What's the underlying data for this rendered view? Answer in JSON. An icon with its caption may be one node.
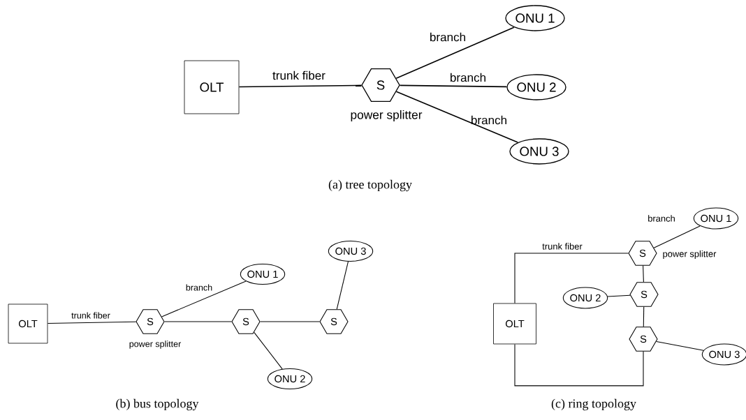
{
  "diagram": {
    "nodes": [
      {
        "text": [
          "OLT"
        ]
      },
      {
        "text": [
          "S"
        ],
        "beside": [
          "power splitter"
        ]
      },
      {
        "text": [
          "ONU 1"
        ]
      },
      {
        "text": [
          "ONU 2"
        ]
      },
      {
        "text": [
          "ONU 3"
        ]
      },
      {
        "text": [
          "OLT"
        ]
      },
      {
        "text": [
          "S"
        ],
        "beside": [
          "power splitter"
        ]
      },
      {
        "text": [
          "ONU 1"
        ]
      },
      {
        "text": [
          "S"
        ]
      },
      {
        "text": [
          "ONU 2"
        ]
      },
      {
        "text": [
          "S"
        ]
      },
      {
        "text": [
          "ONU 3"
        ]
      },
      {
        "text": [
          "OLT"
        ]
      },
      {
        "text": [
          "S"
        ],
        "beside": [
          "power splitter"
        ]
      },
      {
        "text": [
          "ONU 1"
        ]
      },
      {
        "text": [
          "S"
        ]
      },
      {
        "text": [
          "ONU 2"
        ]
      },
      {
        "text": [
          "S"
        ]
      },
      {
        "text": [
          "ONU 3"
        ]
      }
    ],
    "edges": [
      {
        "from": 0,
        "to": 1,
        "arrow": "none",
        "label": "trunk fiber"
      },
      {
        "from": 1,
        "to": 2,
        "arrow": "none",
        "label": "branch"
      },
      {
        "from": 1,
        "to": 3,
        "arrow": "none",
        "label": "branch"
      },
      {
        "from": 1,
        "to": 4,
        "arrow": "none",
        "label": "branch"
      },
      {
        "from": 5,
        "to": 6,
        "arrow": "none",
        "label": "trunk fiber"
      },
      {
        "from": 6,
        "to": 7,
        "arrow": "none",
        "label": "branch"
      },
      {
        "from": 6,
        "to": 8,
        "arrow": "none"
      },
      {
        "from": 8,
        "to": 9,
        "arrow": "none"
      },
      {
        "from": 8,
        "to": 10,
        "arrow": "none"
      },
      {
        "from": 10,
        "to": 11,
        "arrow": "none"
      },
      {
        "from": 12,
        "to": 13,
        "arrow": "none",
        "label": "trunk fiber"
      },
      {
        "from": 13,
        "to": 14,
        "arrow": "none",
        "label": "branch"
      },
      {
        "from": 13,
        "to": 15,
        "arrow": "none"
      },
      {
        "from": 15,
        "to": 16,
        "arrow": "none"
      },
      {
        "from": 15,
        "to": 17,
        "arrow": "none"
      },
      {
        "from": 17,
        "to": 12,
        "arrow": "none"
      },
      {
        "from": 17,
        "to": 18,
        "arrow": "none"
      }
    ],
    "labels": [
      "(a)  tree topology",
      "(b)  bus topology",
      "(c)  ring topology"
    ]
  }
}
